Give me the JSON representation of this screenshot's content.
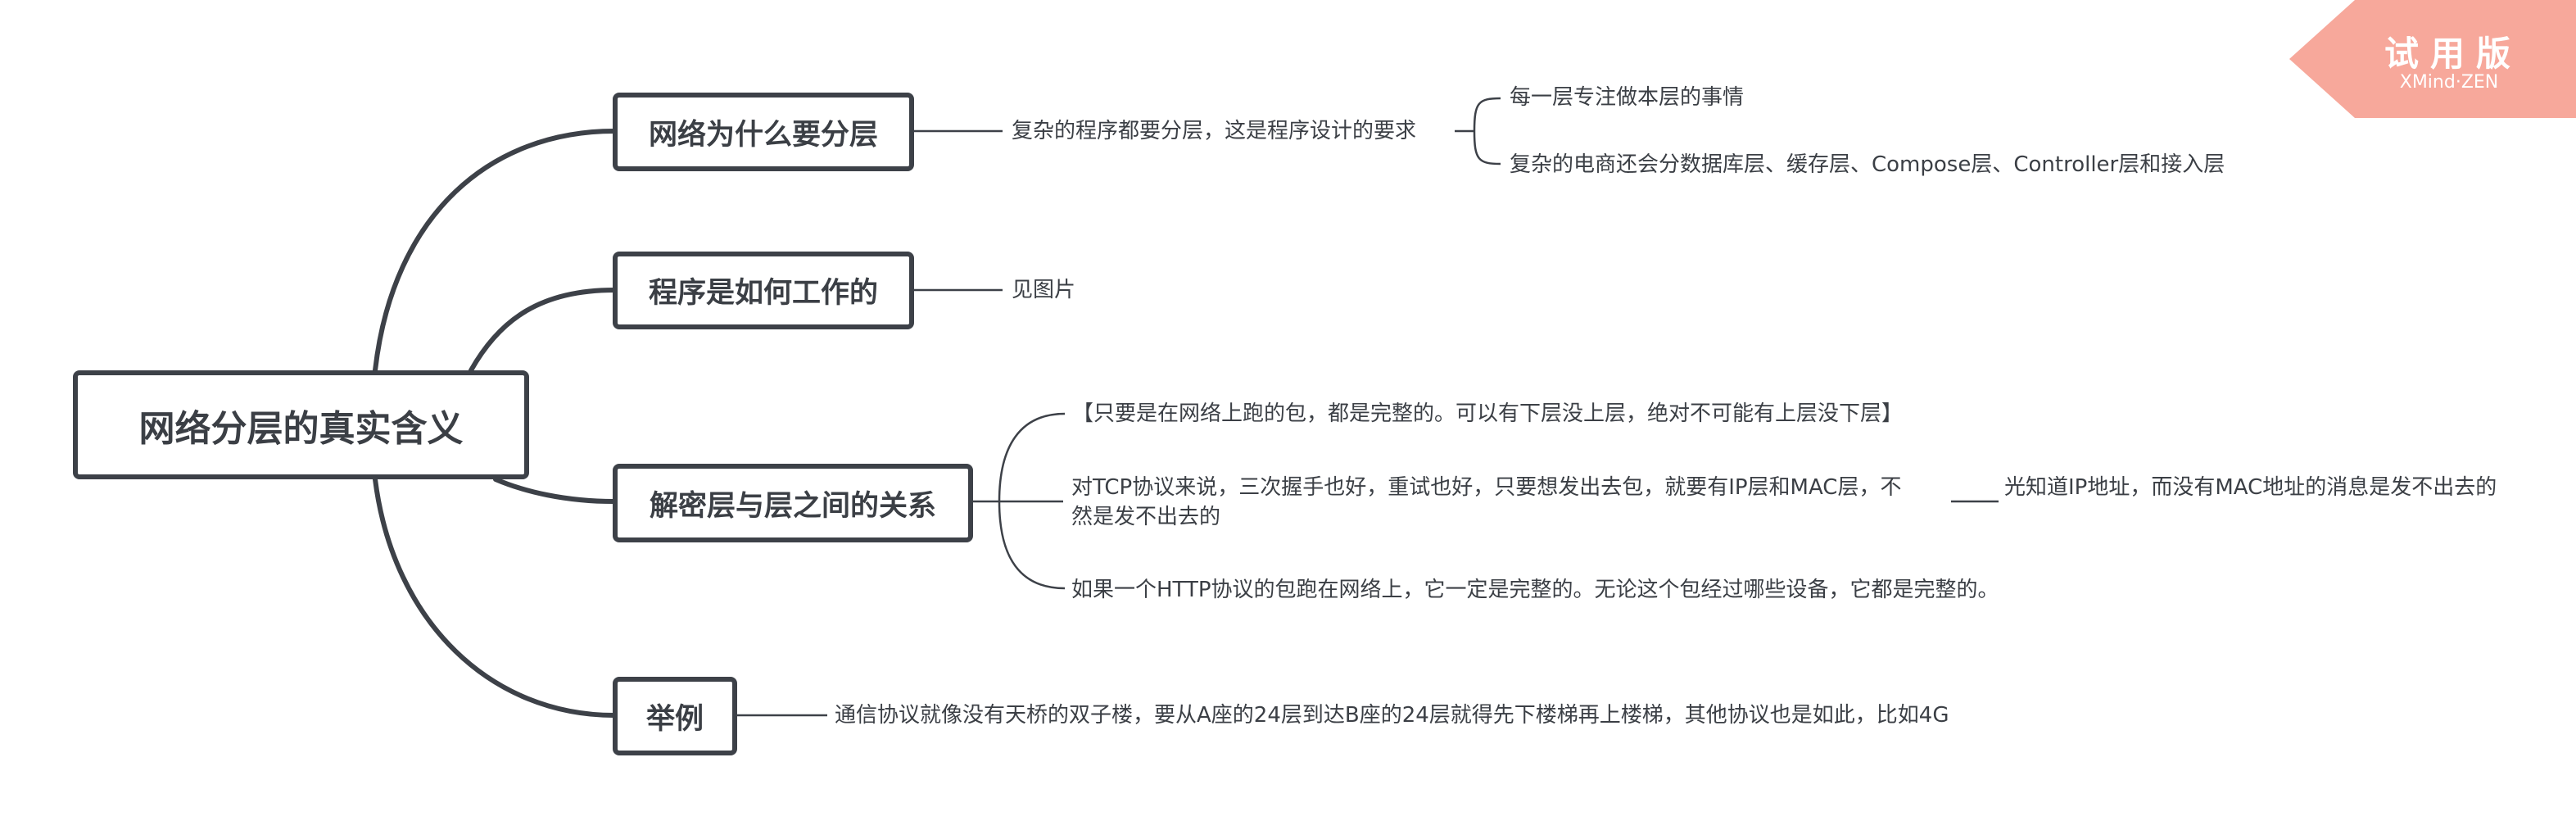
{
  "root": {
    "label": "网络分层的真实含义"
  },
  "branches": [
    {
      "label": "网络为什么要分层",
      "child": "复杂的程序都要分层，这是程序设计的要求",
      "sub": [
        "每一层专注做本层的事情",
        "复杂的电商还会分数据库层、缓存层、Compose层、Controller层和接入层"
      ]
    },
    {
      "label": "程序是如何工作的",
      "child": "见图片"
    },
    {
      "label": "解密层与层之间的关系",
      "children": [
        "【只要是在网络上跑的包，都是完整的。可以有下层没上层，绝对不可能有上层没下层】",
        "对TCP协议来说，三次握手也好，重试也好，只要想发出去包，就要有IP层和MAC层，不然是发不出去的",
        "如果一个HTTP协议的包跑在网络上，它一定是完整的。无论这个包经过哪些设备，它都是完整的。"
      ],
      "sub": "光知道IP地址，而没有MAC地址的消息是发不出去的"
    },
    {
      "label": "举例",
      "child": "通信协议就像没有天桥的双子楼，要从A座的24层到达B座的24层就得先下楼梯再上楼梯，其他协议也是如此，比如4G"
    }
  ],
  "watermark": {
    "title": "试用版",
    "subtitle": "XMind·ZEN"
  },
  "colors": {
    "line": "#3d4148",
    "text": "#3b3f45",
    "badge": "#f7a89b"
  }
}
